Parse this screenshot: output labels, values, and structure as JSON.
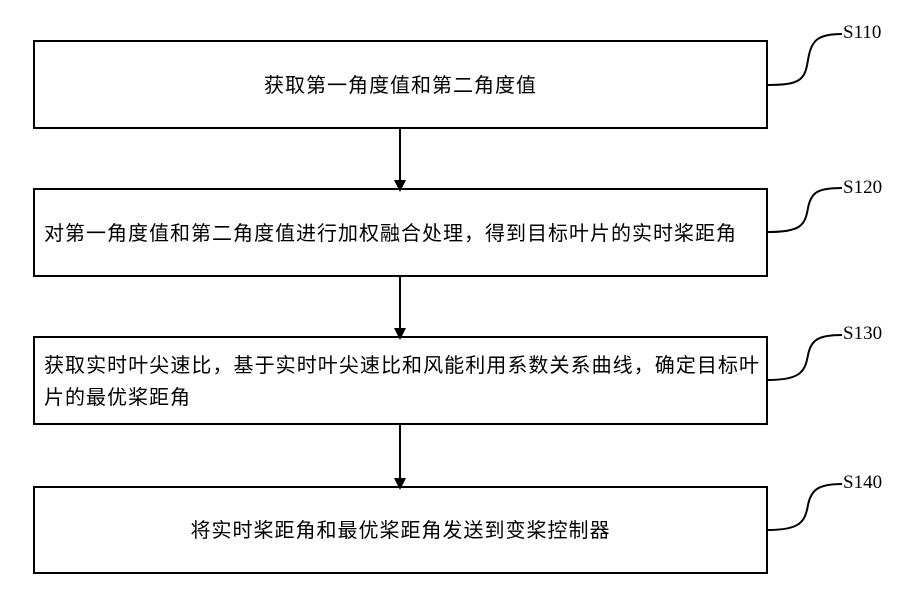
{
  "steps": [
    {
      "id": "S110",
      "text": "获取第一角度值和第二角度值"
    },
    {
      "id": "S120",
      "text": "对第一角度值和第二角度值进行加权融合处理，得到目标叶片的实时桨距角"
    },
    {
      "id": "S130",
      "text": "获取实时叶尖速比，基于实时叶尖速比和风能利用系数关系曲线，确定目标叶片的最优桨距角"
    },
    {
      "id": "S140",
      "text": "将实时桨距角和最优桨距角发送到变桨控制器"
    }
  ]
}
